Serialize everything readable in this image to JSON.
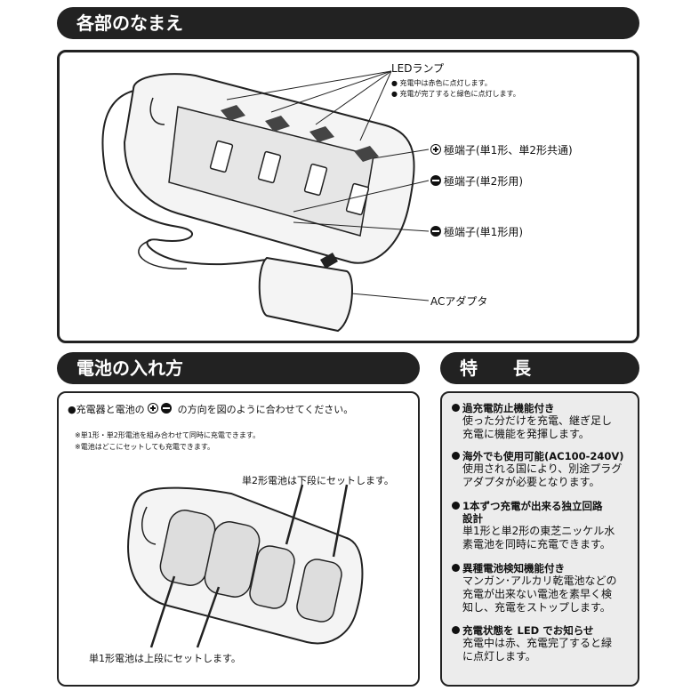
{
  "sections": {
    "parts_title": "各部のなまえ",
    "insert_title": "電池の入れ方",
    "features_title": "特　　長"
  },
  "parts": {
    "led_title": "LEDランプ",
    "led_note1": "● 充電中は赤色に点灯します。",
    "led_note2": "● 充電が完了すると緑色に点灯します。",
    "plus_terminal": "極端子(単1形、単2形共通)",
    "minus_terminal_d2": "極端子(単2形用)",
    "minus_terminal_d1": "極端子(単1形用)",
    "ac_adapter": "ACアダプタ"
  },
  "insert": {
    "instruction_pre": "●充電器と電池の",
    "instruction_post": "の方向を図のように合わせてください。",
    "note1": "※単1形・単2形電池を組み合わせて同時に充電できます。",
    "note2": "※電池はどこにセットしても充電できます。",
    "d2_label": "単2形電池は下段にセットします。",
    "d1_label": "単1形電池は上段にセットします。"
  },
  "features": [
    {
      "title": "過充電防止機能付き",
      "desc": [
        "使った分だけを充電、継ぎ足し",
        "充電に機能を発揮します。"
      ]
    },
    {
      "title": "海外でも使用可能(AC100-240V)",
      "desc": [
        "使用される国により、別途プラグ",
        "アダプタが必要となります。"
      ]
    },
    {
      "title": "1本ずつ充電が出来る独立回路",
      "title2": "設計",
      "desc": [
        "単1形と単2形の東芝ニッケル水",
        "素電池を同時に充電できます。"
      ]
    },
    {
      "title": "異種電池検知機能付き",
      "desc": [
        "マンガン･アルカリ乾電池などの",
        "充電が出来ない電池を素早く検",
        "知し、充電をストップします。"
      ]
    },
    {
      "title": "充電状態を LED でお知らせ",
      "desc": [
        "充電中は赤、充電完了すると緑",
        "に点灯します。"
      ]
    }
  ],
  "colors": {
    "header_bg": "#222222",
    "feature_bg": "#ececec"
  }
}
